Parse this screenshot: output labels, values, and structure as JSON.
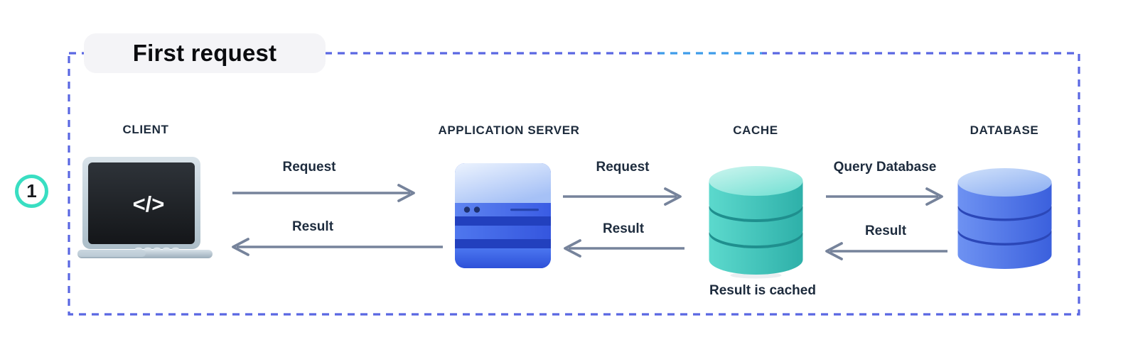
{
  "diagram": {
    "title": "First request",
    "step_badge": "1",
    "client_code_glyph": "</>",
    "nodes": [
      {
        "id": "client",
        "label": "CLIENT",
        "icon": "laptop-code-icon"
      },
      {
        "id": "application-server",
        "label": "APPLICATION SERVER",
        "icon": "app-server-icon"
      },
      {
        "id": "cache",
        "label": "CACHE",
        "icon": "cache-cylinder-icon",
        "caption": "Result is cached"
      },
      {
        "id": "database",
        "label": "DATABASE",
        "icon": "database-cylinder-icon"
      }
    ],
    "edges": [
      {
        "from": "client",
        "to": "application-server",
        "label": "Request",
        "direction": "right"
      },
      {
        "from": "application-server",
        "to": "client",
        "label": "Result",
        "direction": "left"
      },
      {
        "from": "application-server",
        "to": "cache",
        "label": "Request",
        "direction": "right"
      },
      {
        "from": "cache",
        "to": "application-server",
        "label": "Result",
        "direction": "left"
      },
      {
        "from": "cache",
        "to": "database",
        "label": "Query Database",
        "direction": "right"
      },
      {
        "from": "database",
        "to": "cache",
        "label": "Result",
        "direction": "left"
      }
    ],
    "colors": {
      "frame_dash": "#5A67E2",
      "frame_dash_alt": "#3E9CE9",
      "badge_ring": "#39DEC2",
      "arrow": "#76839B",
      "node_label_text": "#1D2B3C",
      "title_text": "#0B0C0F",
      "title_chip_bg": "#F4F4F7",
      "server_blue": "#3A5CE4",
      "cache_teal": "#2EB0A9",
      "database_blue": "#3B60DD",
      "background": "#FFFFFF"
    }
  }
}
